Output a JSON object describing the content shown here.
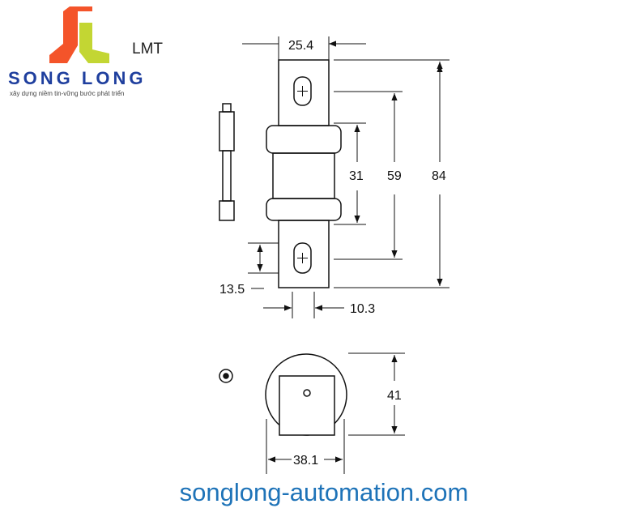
{
  "logo": {
    "brand": "SONG LONG",
    "tagline": "xây dựng niềm tin-vững bước phát triển",
    "colors": {
      "red": "#f4542a",
      "green": "#c3d633",
      "blue": "#1f3f9e"
    }
  },
  "model": "LMT",
  "dimensions": {
    "width_top": "25.4",
    "height_total": "84",
    "slot_span": "59",
    "body": "31",
    "slot_to_end": "13.5",
    "blade_thickness": "10.3",
    "diameter": "38.1",
    "end_height": "41"
  },
  "website": "songlong-automation.com"
}
